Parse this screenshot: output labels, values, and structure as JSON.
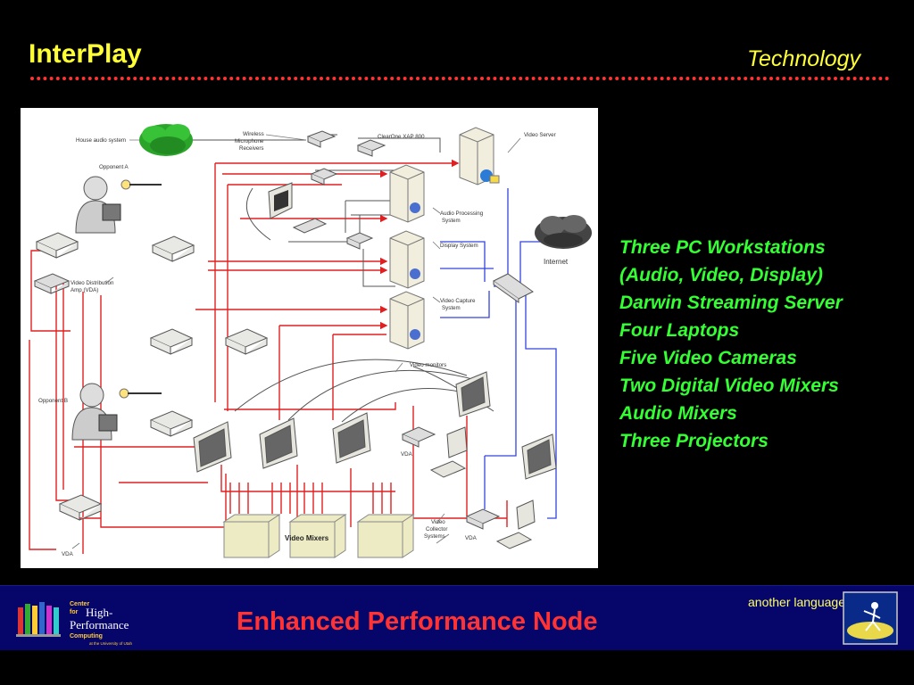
{
  "header": {
    "title": "InterPlay",
    "section": "Technology"
  },
  "diagram": {
    "labels": {
      "house_audio": "House audio system",
      "wireless": [
        "Wireless",
        "Microphone",
        "Receivers"
      ],
      "clearone": "ClearOne XAP 800",
      "video_server": "Video Server",
      "opponent_a": "Opponent A",
      "opponent_b": "Opponent B",
      "audio_processing": [
        "Audio Processing",
        "System"
      ],
      "display_system": "Display System",
      "internet": "Internet",
      "vda_amp": [
        "Video Distribution",
        "Amp (VDA)"
      ],
      "video_capture": [
        "Video Capture",
        "System"
      ],
      "video_monitors": "Video monitors",
      "vda": "VDA",
      "video_mixers": "Video Mixers",
      "video_collector": [
        "Video",
        "Collector",
        "Systems"
      ]
    }
  },
  "bullets": [
    "Three PC Workstations",
    "(Audio, Video, Display)",
    "Darwin Streaming Server",
    "Four Laptops",
    "Five Video Cameras",
    "Two Digital Video Mixers",
    "Audio Mixers",
    "Three Projectors"
  ],
  "footer": {
    "title": "Enhanced Performance Node",
    "tagline": "another language",
    "logo": {
      "line1": "Center",
      "line2": "for",
      "line3": "High-",
      "line4": "Performance",
      "line5": "Computing",
      "line6": "at the University of Utah"
    }
  },
  "colors": {
    "background": "#000000",
    "title": "#ffff33",
    "bullets": "#33ff33",
    "footer_bg": "#06066a",
    "footer_title": "#ff3333",
    "dots": "#ff3333"
  }
}
